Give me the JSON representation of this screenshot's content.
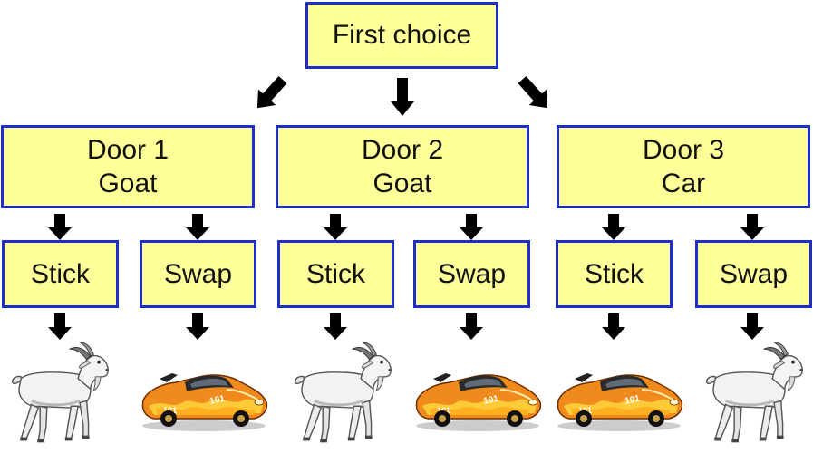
{
  "root": {
    "label": "First choice"
  },
  "doors": [
    {
      "name": "Door 1",
      "content": "Goat"
    },
    {
      "name": "Door 2",
      "content": "Goat"
    },
    {
      "name": "Door 3",
      "content": "Car"
    }
  ],
  "choices": [
    "Stick",
    "Swap",
    "Stick",
    "Swap",
    "Stick",
    "Swap"
  ],
  "outcomes": [
    "goat",
    "car",
    "goat",
    "car",
    "car",
    "goat"
  ],
  "car_number": "101",
  "colors": {
    "box_fill": "#ffff99",
    "box_border": "#1f2ec8",
    "arrow": "#000000"
  }
}
